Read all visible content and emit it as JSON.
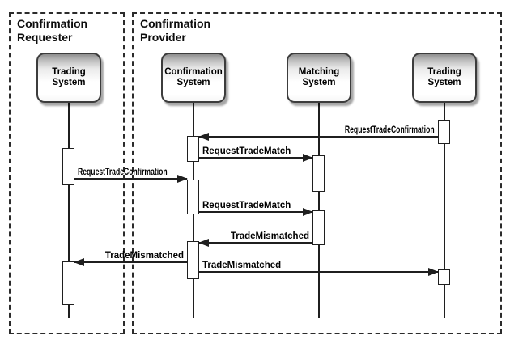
{
  "frames": {
    "requester": {
      "title": "Confirmation Requester"
    },
    "provider": {
      "title": "Confirmation Provider"
    }
  },
  "actors": {
    "trading_left": {
      "label": "Trading System"
    },
    "confirmation": {
      "label": "Confirmation System"
    },
    "matching": {
      "label": "Matching System"
    },
    "trading_right": {
      "label": "Trading System"
    }
  },
  "messages": [
    {
      "label": "RequestTradeConfirmation",
      "from": "trading_right",
      "to": "confirmation"
    },
    {
      "label": "RequestTradeMatch",
      "from": "confirmation",
      "to": "matching"
    },
    {
      "label": "RequestTradeConfirmation",
      "from": "trading_left",
      "to": "confirmation"
    },
    {
      "label": "RequestTradeMatch",
      "from": "confirmation",
      "to": "matching"
    },
    {
      "label": "TradeMismatched",
      "from": "matching",
      "to": "confirmation"
    },
    {
      "label": "TradeMismatched",
      "from": "confirmation",
      "to": "trading_left"
    },
    {
      "label": "TradeMismatched",
      "from": "confirmation",
      "to": "trading_right"
    }
  ],
  "colors": {
    "line": "#1f1f1f",
    "actor_border": "#3c3c3c",
    "actor_gradient_top": "#8e8e8e",
    "actor_fill": "#ffffff",
    "background": "#ffffff"
  }
}
